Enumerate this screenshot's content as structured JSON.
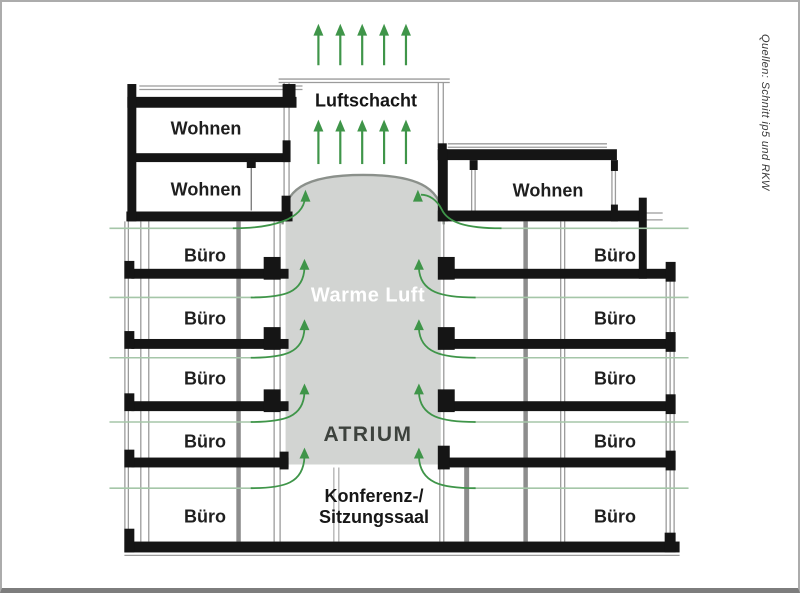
{
  "source_credit": "Quellen: Schnitt ip5 und RKW",
  "labels": {
    "air_shaft": "Luftschacht",
    "warm_air": "Warme Luft",
    "atrium": "ATRIUM",
    "conference_line1": "Konferenz-/",
    "conference_line2": "Sitzungssaal"
  },
  "rooms": {
    "wohnen_left": [
      "Wohnen",
      "Wohnen"
    ],
    "wohnen_right": [
      "Wohnen"
    ],
    "buero_left": [
      "Büro",
      "Büro",
      "Büro",
      "Büro",
      "Büro"
    ],
    "buero_right": [
      "Büro",
      "Büro",
      "Büro",
      "Büro",
      "Büro"
    ]
  },
  "colors": {
    "airflow_green": "#3f9549",
    "streamline_green": "#a5c6a8",
    "atrium_gray": "#d2d4d2",
    "structure_black": "#151515"
  }
}
